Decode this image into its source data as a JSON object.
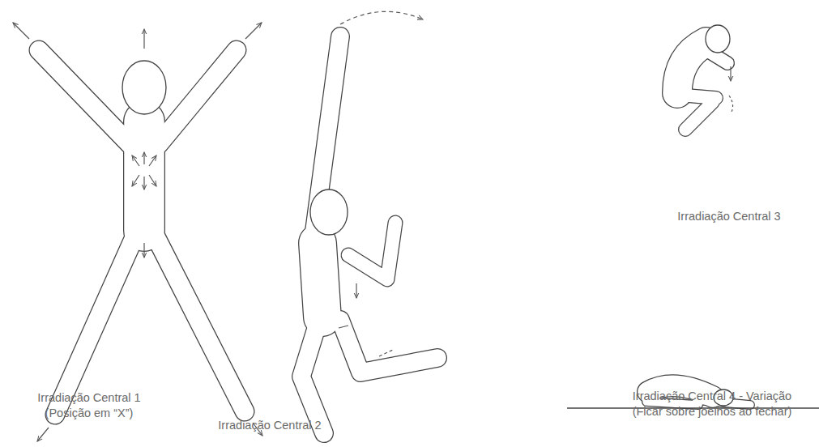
{
  "diagram": {
    "labels": [
      "Irradiação Central 1 (Posição em “X”)",
      "Irradiação Central 2",
      "Irradiação Central 3",
      "Irradiação Central 4 - Variação (Ficar sobre joelhos ao fechar)"
    ]
  }
}
